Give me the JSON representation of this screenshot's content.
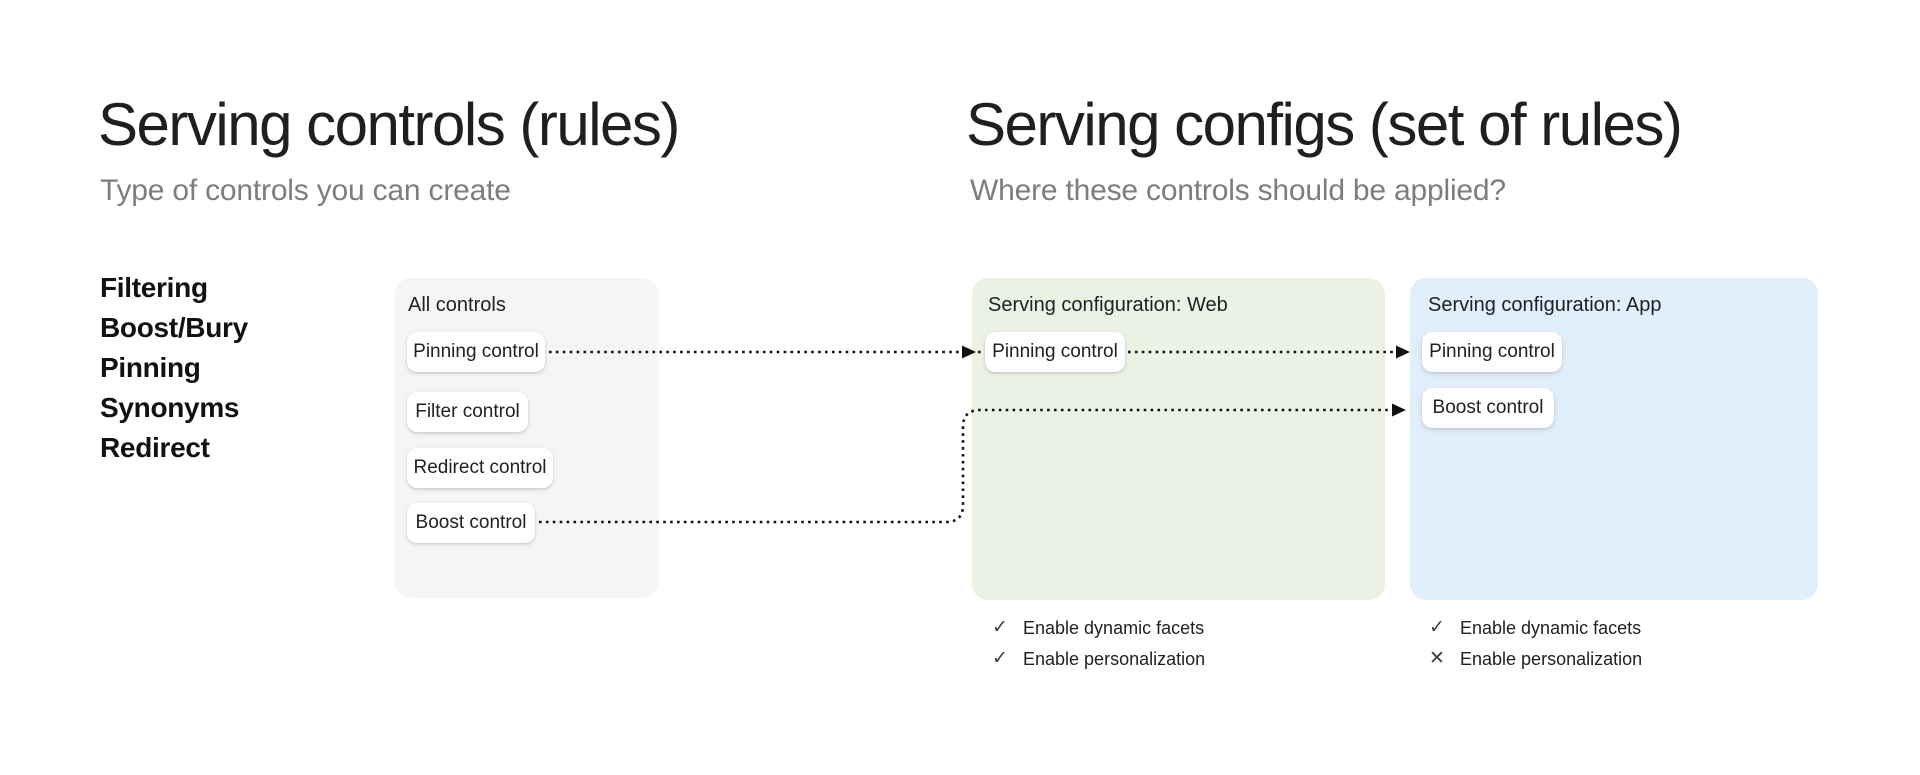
{
  "left_section": {
    "title": "Serving controls (rules)",
    "subtitle": "Type of controls you can create",
    "control_types": [
      "Filtering",
      "Boost/Bury",
      "Pinning",
      "Synonyms",
      "Redirect"
    ],
    "all_controls_card": {
      "label": "All controls",
      "controls": [
        "Pinning control",
        "Filter control",
        "Redirect control",
        "Boost control"
      ]
    }
  },
  "right_section": {
    "title": "Serving configs (set of rules)",
    "subtitle": "Where these controls should be applied?",
    "configs": [
      {
        "label": "Serving configuration: Web",
        "controls": [
          "Pinning control"
        ],
        "features": [
          {
            "label": "Enable dynamic facets",
            "enabled": true,
            "icon": "✓"
          },
          {
            "label": "Enable personalization",
            "enabled": true,
            "icon": "✓"
          }
        ]
      },
      {
        "label": "Serving configuration: App",
        "controls": [
          "Pinning control",
          "Boost control"
        ],
        "features": [
          {
            "label": "Enable dynamic facets",
            "enabled": true,
            "icon": "✓"
          },
          {
            "label": "Enable personalization",
            "enabled": false,
            "icon": "✕"
          }
        ]
      }
    ]
  },
  "colors": {
    "all_controls_card_bg": "#f5f5f5",
    "web_card_bg": "#ebf2e4",
    "app_card_bg": "#e1eefb",
    "heading_text": "#1f1f1f",
    "subtitle_text": "#7d7d7d",
    "body_text": "#202124",
    "arrow": "#111111"
  }
}
